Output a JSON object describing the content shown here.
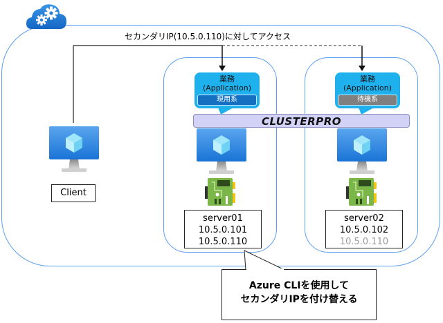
{
  "diagram": {
    "access_label": "セカンダリIP(10.5.0.110)に対してアクセス",
    "cloud_icon": "cloud-gears-icon",
    "cluster_product": "CLUSTERPRO",
    "client": {
      "label": "Client",
      "icon": "virtual-machine-icon"
    },
    "servers": [
      {
        "name": "server01",
        "app_title": "業務",
        "app_subtitle": "(Application)",
        "role": "現用系",
        "role_color": "#1570c2",
        "primary_ip": "10.5.0.101",
        "secondary_ip": "10.5.0.110",
        "secondary_active": true
      },
      {
        "name": "server02",
        "app_title": "業務",
        "app_subtitle": "(Application)",
        "role": "待機系",
        "role_color": "#7f7f7f",
        "primary_ip": "10.5.0.102",
        "secondary_ip": "10.5.0.110",
        "secondary_active": false
      }
    ],
    "callout": {
      "line1": "Azure CLIを使用して",
      "line2": "セカンダリIPを付け替える"
    },
    "colors": {
      "boundary": "#5b9ef0",
      "app_bubble": "#1fb1ee",
      "cluster_bar": "#d2d2f6",
      "inactive_ip": "#9a9a9a"
    }
  }
}
